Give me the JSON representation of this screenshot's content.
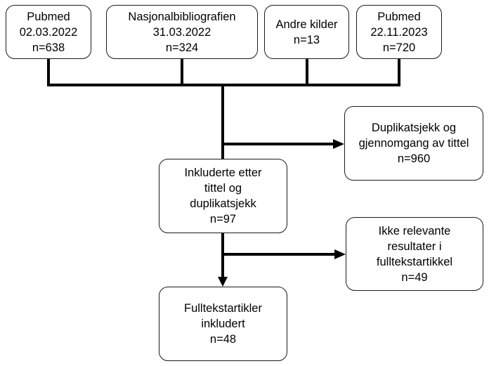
{
  "sources": [
    {
      "lines": [
        "Pubmed",
        "02.03.2022",
        "n=638"
      ]
    },
    {
      "lines": [
        "Nasjonalbibliografien",
        "31.03.2022",
        "n=324"
      ]
    },
    {
      "lines": [
        "Andre kilder",
        "n=13"
      ]
    },
    {
      "lines": [
        "Pubmed",
        "22.11.2023",
        "n=720"
      ]
    }
  ],
  "excluded_duplicates": {
    "lines": [
      "Duplikatsjekk og",
      "gjennomgang av tittel",
      "n=960"
    ]
  },
  "included_title": {
    "lines": [
      "Inkluderte etter",
      "tittel og",
      "duplikatsjekk",
      "n=97"
    ]
  },
  "excluded_fulltext": {
    "lines": [
      "Ikke relevante",
      "resultater i",
      "fulltekstartikkel",
      "n=49"
    ]
  },
  "included_fulltext": {
    "lines": [
      "Fulltekstartikler",
      "inkludert",
      "n=48"
    ]
  }
}
